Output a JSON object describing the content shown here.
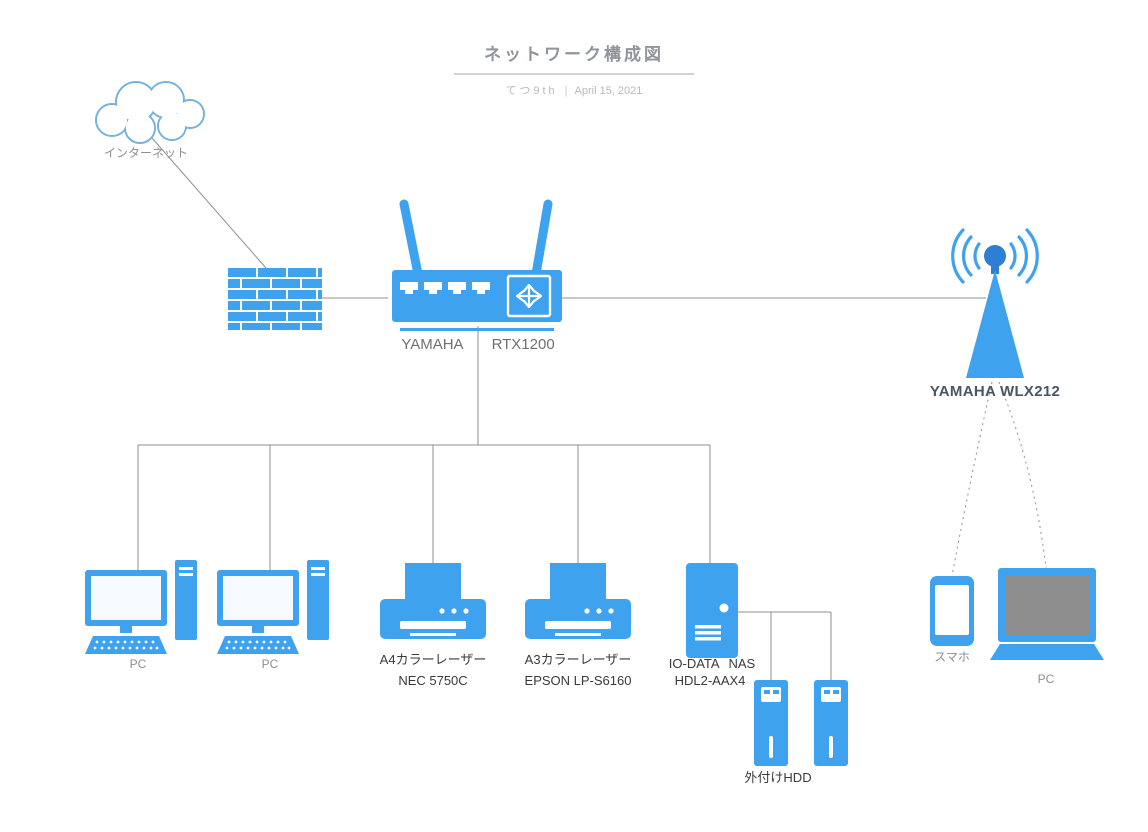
{
  "accent_color": "#3FA2EE",
  "accent_dark": "#2E7FD4",
  "line_color": "#8f8f8f",
  "header": {
    "title": "ネットワーク構成図",
    "author": "てつ9th",
    "separator": "|",
    "date": "April 15, 2021"
  },
  "nodes": {
    "internet": {
      "label": "インターネット"
    },
    "router": {
      "brand": "YAMAHA",
      "model": "RTX1200"
    },
    "access_point": {
      "label": "YAMAHA WLX212"
    },
    "pc1": {
      "label": "PC"
    },
    "pc2": {
      "label": "PC"
    },
    "printer_a4": {
      "line1": "A4カラーレーザー",
      "line2": "NEC 5750C"
    },
    "printer_a3": {
      "line1": "A3カラーレーザー",
      "line2": "EPSON LP-S6160"
    },
    "nas": {
      "line1": "IO-DATA NAS",
      "line2": "HDL2-AAX4"
    },
    "external_hdd": {
      "label": "外付けHDD"
    },
    "smartphone": {
      "label": "スマホ"
    },
    "laptop": {
      "label": "PC"
    }
  }
}
